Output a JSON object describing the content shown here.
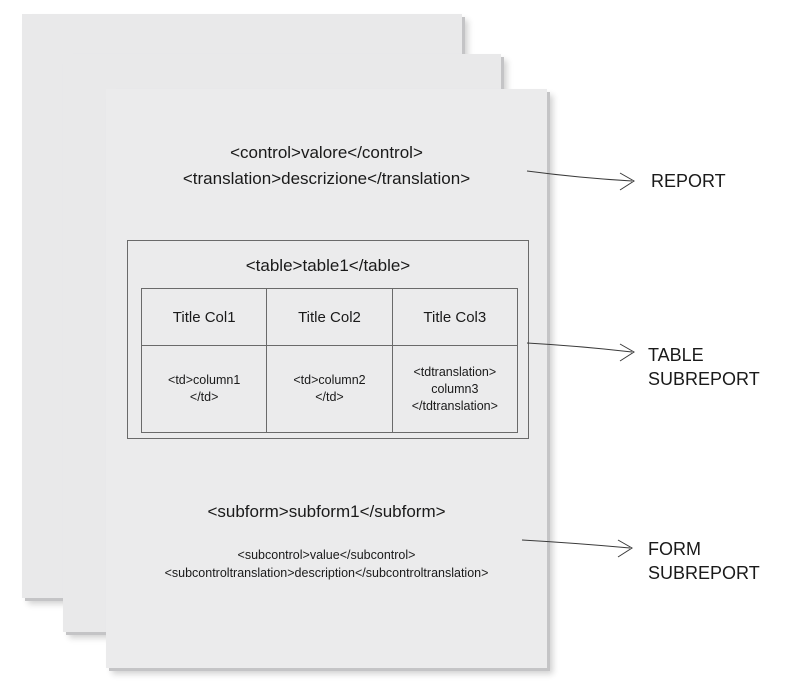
{
  "report": {
    "control": "<control>valore</control>",
    "translation": "<translation>descrizione</translation>"
  },
  "table_subreport": {
    "heading": "<table>table1</table>",
    "columns": [
      "Title Col1",
      "Title Col2",
      "Title Col3"
    ],
    "cells": [
      [
        "<td>column1",
        "</td>"
      ],
      [
        "<td>column2",
        "</td>"
      ],
      [
        "<tdtranslation>",
        "column3",
        "</tdtranslation>"
      ]
    ]
  },
  "form_subreport": {
    "heading": "<subform>subform1</subform>",
    "subcontrol": "<subcontrol>value</subcontrol>",
    "subcontrol_translation": "<subcontroltranslation>description</subcontroltranslation>"
  },
  "labels": {
    "report": "REPORT",
    "table": [
      "TABLE",
      "SUBREPORT"
    ],
    "form": [
      "FORM",
      "SUBREPORT"
    ]
  },
  "colors": {
    "sheet": "#e9e9ea",
    "border": "#6a6a6a",
    "arrow": "#3a3a3a"
  }
}
